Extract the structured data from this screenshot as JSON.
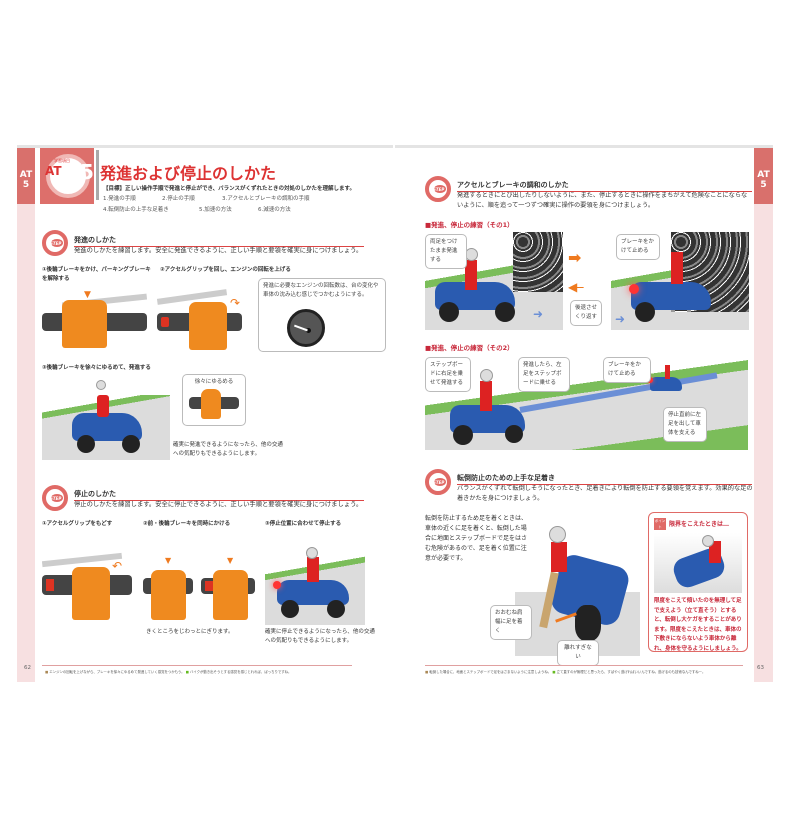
{
  "left_page": {
    "edge_tab": {
      "line1": "AT",
      "line2": "5"
    },
    "badge": {
      "label": "学習項目",
      "code": "AT",
      "number": "5"
    },
    "title": "発進および停止のしかた",
    "goal": "【目標】正しい操作手順で発進と停止ができ、バランスがくずれたときの対処のしかたを理解します。",
    "topics": [
      "1.発進の手順",
      "2.停止の手順",
      "3.アクセルとブレーキの調和の手順",
      "4.転倒防止の上手な足着き",
      "5.加速の方法",
      "6.減速の方法"
    ],
    "sections": [
      {
        "step": "STEP",
        "heading": "発進のしかた",
        "description": "発進のしかたを練習します。安全に発進できるように、正しい手順と要領を確実に身につけましょう。",
        "steps": [
          "①後輪ブレーキをかけ、パーキングブレーキを解除する",
          "②アクセルグリップを回し、エンジンの回転を上げる",
          "③後輪ブレーキを徐々にゆるめて、発進する"
        ],
        "callouts": [
          "発進に必要なエンジンの回転数は、台の変化や車体の沈み込む感じでつかむようにする。",
          "徐々にゆるめる"
        ],
        "caption": "確実に発進できるようになったら、他の交通への気配りもできるようにします。"
      },
      {
        "step": "STEP",
        "heading": "停止のしかた",
        "description": "停止のしかたを練習します。安全に停止できるように、正しい手順と要領を確実に身につけましょう。",
        "steps": [
          "①アクセルグリップをもどす",
          "②前・後輪ブレーキを同時にかける",
          "③停止位置に合わせて停止する"
        ],
        "captions": [
          "きくところをじわっとにぎります。",
          "確実に停止できるようになったら、他の交通への気配りもできるようにします。"
        ]
      }
    ],
    "page_number": "62",
    "footer_notes": [
      "エンジンの回転を上げながら、ブレーキを徐々にゆるめて発進していく感覚をつかもう。",
      "バイクが動き出そうとする感覚を感じとれれば、ばっちりですね。"
    ]
  },
  "right_page": {
    "edge_tab": {
      "line1": "AT",
      "line2": "5"
    },
    "sections": [
      {
        "step": "STEP",
        "heading": "アクセルとブレーキの調和のしかた",
        "description": "発進するときにとび出したりしないように、また、停止するときに操作をまちがえて危険なことにならないように、順を追って一つずつ確実に操作の要領を身につけましょう。",
        "practice1": {
          "title": "■発進、停止の練習（その1）",
          "callouts": [
            "両足をつけたまま発進する",
            "ブレーキをかけて止める",
            "後退させくり返す"
          ]
        },
        "practice2": {
          "title": "■発進、停止の練習（その2）",
          "callouts": [
            "ステップボードに右足を乗せて発進する",
            "発進したら、左足をステップボードに乗せる",
            "ブレーキをかけて止める",
            "停止直前に左足を出して車体を支える"
          ]
        }
      },
      {
        "step": "STEP",
        "heading": "転倒防止のための上手な足着き",
        "description": "バランスがくずれて転倒しそうになったとき、足着きにより転倒を防止する要領を覚えます。効果的な足の着きかたを身につけましょう。",
        "body": "転倒を防止するため足を着くときは、車体の近くに足を着くと、転倒した場合に地面とステップボードで足をはさむ危険があるので、足を着く位置に注意が必要です。",
        "callouts": [
          "おおむね肩幅に足を着く",
          "離れすぎない"
        ],
        "point": {
          "badge": "ポイント",
          "title": "限界をこえたときは…",
          "text": "限度をこえて傾いたのを無理して足で支えよう（立て直そう）とすると、転倒し大ケガをすることがあります。限度をこえたときは、車体の下敷きにならないよう車体から離れ、身体を守るようにしましょう。"
        }
      }
    ],
    "page_number": "63",
    "footer_notes": [
      "転倒した場合に、地面とステップボードで足をはさまないように注意しようね。",
      "立て直すのが無理だと思ったら、すばやく逃げればいいんですね。逃げるのも技術なんですねー。"
    ]
  },
  "colors": {
    "accent": "#d9706c",
    "title_red": "#d33333",
    "orange": "#ef8a1f",
    "scooter_blue": "#2a5bb0"
  }
}
